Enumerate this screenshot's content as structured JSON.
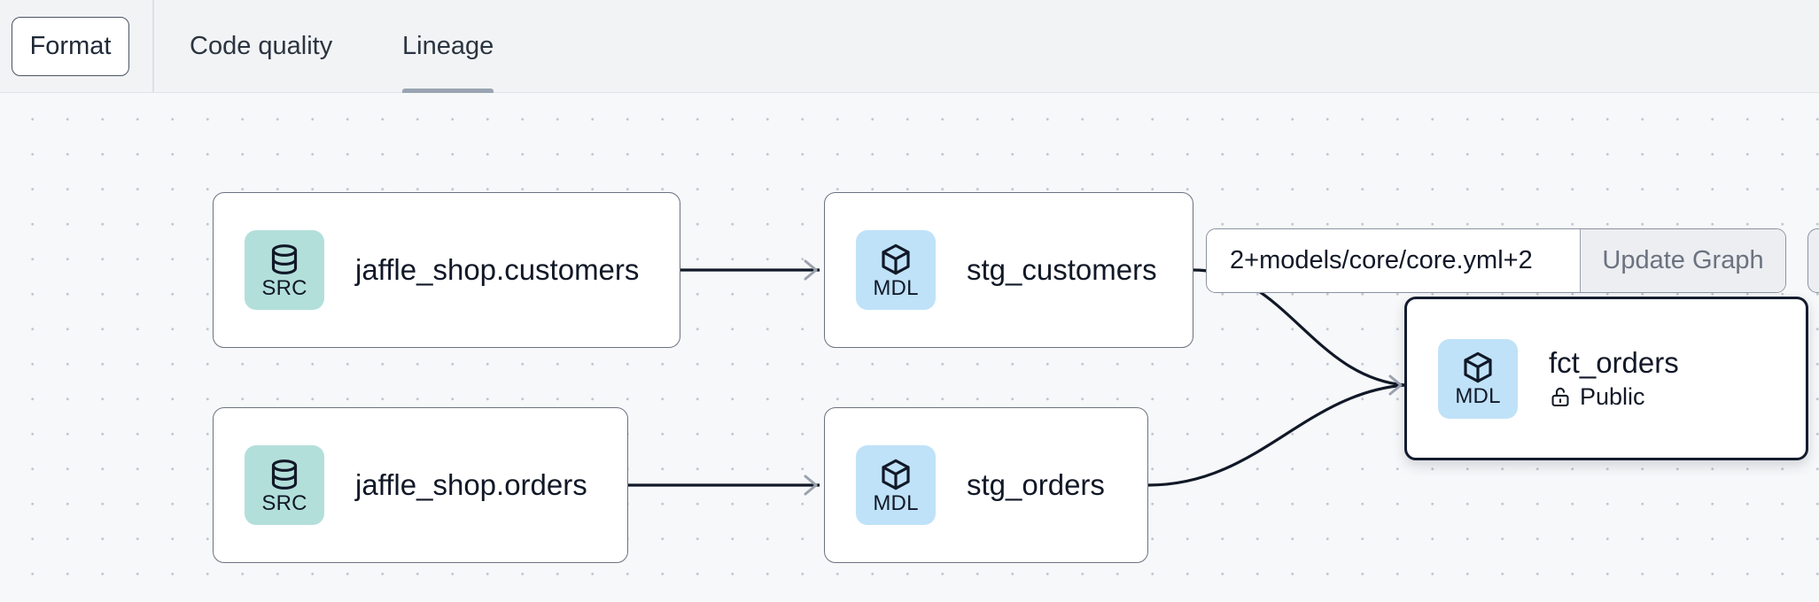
{
  "toolbar": {
    "format_label": "Format",
    "tabs": [
      {
        "label": "Code quality",
        "active": false
      },
      {
        "label": "Lineage",
        "active": true
      }
    ]
  },
  "graph_controls": {
    "selector_value": "2+models/core/core.yml+2",
    "selector_placeholder": "",
    "update_graph_label": "Update Graph"
  },
  "lineage": {
    "nodes": [
      {
        "id": "jaffle_shop_customers",
        "title": "jaffle_shop.customers",
        "badge_label": "SRC",
        "badge_icon": "database-icon",
        "badge_type": "src",
        "subtitle": null,
        "subtitle_icon": null,
        "selected": false
      },
      {
        "id": "jaffle_shop_orders",
        "title": "jaffle_shop.orders",
        "badge_label": "SRC",
        "badge_icon": "database-icon",
        "badge_type": "src",
        "subtitle": null,
        "subtitle_icon": null,
        "selected": false
      },
      {
        "id": "stg_customers",
        "title": "stg_customers",
        "badge_label": "MDL",
        "badge_icon": "cube-icon",
        "badge_type": "mdl",
        "subtitle": null,
        "subtitle_icon": null,
        "selected": false
      },
      {
        "id": "stg_orders",
        "title": "stg_orders",
        "badge_label": "MDL",
        "badge_icon": "cube-icon",
        "badge_type": "mdl",
        "subtitle": null,
        "subtitle_icon": null,
        "selected": false
      },
      {
        "id": "fct_orders",
        "title": "fct_orders",
        "badge_label": "MDL",
        "badge_icon": "cube-icon",
        "badge_type": "mdl",
        "subtitle": "Public",
        "subtitle_icon": "unlock-icon",
        "selected": true
      }
    ],
    "edges": [
      {
        "from": "jaffle_shop_customers",
        "to": "stg_customers"
      },
      {
        "from": "jaffle_shop_orders",
        "to": "stg_orders"
      },
      {
        "from": "stg_customers",
        "to": "fct_orders"
      },
      {
        "from": "stg_orders",
        "to": "fct_orders"
      }
    ]
  },
  "colors": {
    "canvas_background": "#f7f8fa",
    "toolbar_background": "#f2f3f5",
    "src_badge": "#b3dfdb",
    "mdl_badge": "#bfe2f8",
    "node_border": "#6b7280",
    "selected_node_border": "#141c2e",
    "tab_underline": "#9aa4b2",
    "edge_stroke": "#111827",
    "grid_dot": "#c3c7d1"
  }
}
